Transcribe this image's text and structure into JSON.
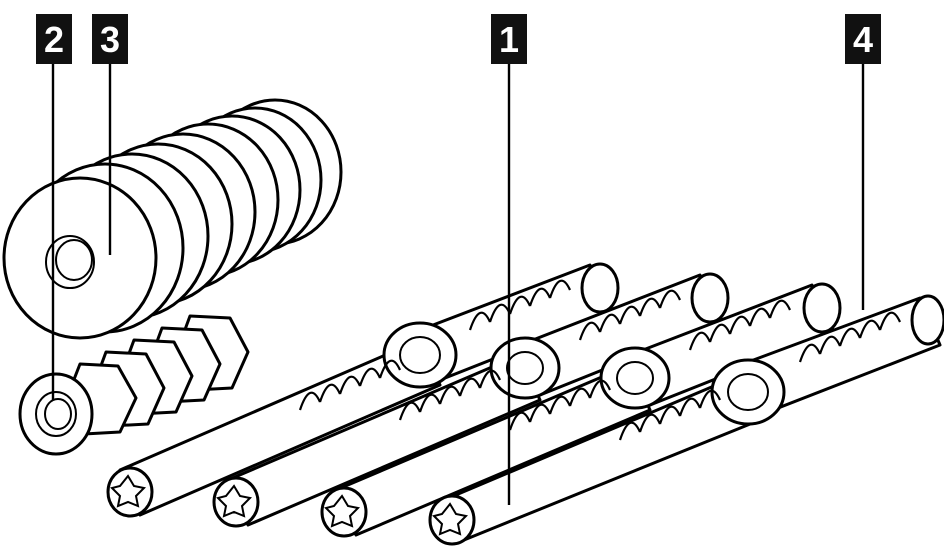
{
  "diagram": {
    "callouts": [
      {
        "id": "2",
        "label": "2"
      },
      {
        "id": "3",
        "label": "3"
      },
      {
        "id": "1",
        "label": "1"
      },
      {
        "id": "4",
        "label": "4"
      }
    ],
    "parts": {
      "washer_stack": "washers",
      "nut_stack": "hex-nuts",
      "rods": [
        "threaded-rod",
        "threaded-rod",
        "threaded-rod",
        "threaded-rod"
      ]
    }
  }
}
